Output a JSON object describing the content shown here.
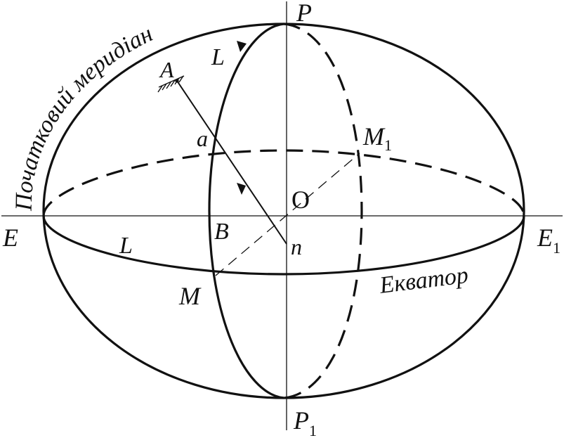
{
  "labels": {
    "north_pole": "P",
    "south_pole": "P",
    "south_pole_sub": "1",
    "east_point": "E",
    "east_point_1": "E",
    "east_point_1_sub": "1",
    "center": "O",
    "meridian_l_upper": "L",
    "equator_l": "L",
    "point_a_upper": "A",
    "point_a_lower": "a",
    "point_b": "B",
    "point_m": "M",
    "point_m1": "M",
    "point_m1_sub": "1",
    "point_n": "n",
    "equator_name": "Екватор",
    "prime_meridian_name": "Початковий меридіан"
  },
  "colors": {
    "ink": "#111111",
    "background": "#ffffff"
  }
}
